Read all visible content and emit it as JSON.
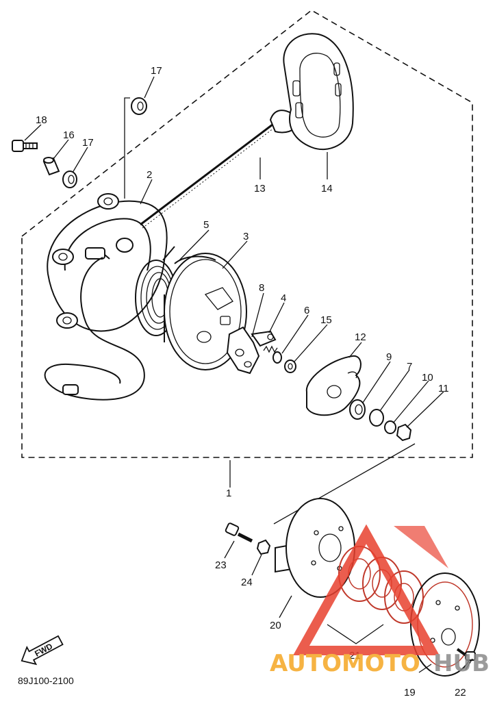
{
  "diagram": {
    "drawing_code": "89J100-2100",
    "direction_badge": "FWD",
    "watermark": {
      "part1": "AUTOMOTO",
      "part2": "HUB",
      "color_orange": "#f5a623",
      "color_red": "#e8412f",
      "color_gray": "#8a8a8a"
    },
    "parts": [
      {
        "id": "p1",
        "label": "1"
      },
      {
        "id": "p2",
        "label": "2"
      },
      {
        "id": "p3",
        "label": "3"
      },
      {
        "id": "p4",
        "label": "4"
      },
      {
        "id": "p5",
        "label": "5"
      },
      {
        "id": "p6",
        "label": "6"
      },
      {
        "id": "p7",
        "label": "7"
      },
      {
        "id": "p8",
        "label": "8"
      },
      {
        "id": "p9",
        "label": "9"
      },
      {
        "id": "p10",
        "label": "10"
      },
      {
        "id": "p11",
        "label": "11"
      },
      {
        "id": "p12",
        "label": "12"
      },
      {
        "id": "p13",
        "label": "13"
      },
      {
        "id": "p14",
        "label": "14"
      },
      {
        "id": "p15",
        "label": "15"
      },
      {
        "id": "p16",
        "label": "16"
      },
      {
        "id": "p17a",
        "label": "17"
      },
      {
        "id": "p17b",
        "label": "17"
      },
      {
        "id": "p18",
        "label": "18"
      },
      {
        "id": "p19",
        "label": "19"
      },
      {
        "id": "p20",
        "label": "20"
      },
      {
        "id": "p21",
        "label": "21"
      },
      {
        "id": "p22",
        "label": "22"
      },
      {
        "id": "p23",
        "label": "23"
      },
      {
        "id": "p24",
        "label": "24"
      }
    ]
  }
}
